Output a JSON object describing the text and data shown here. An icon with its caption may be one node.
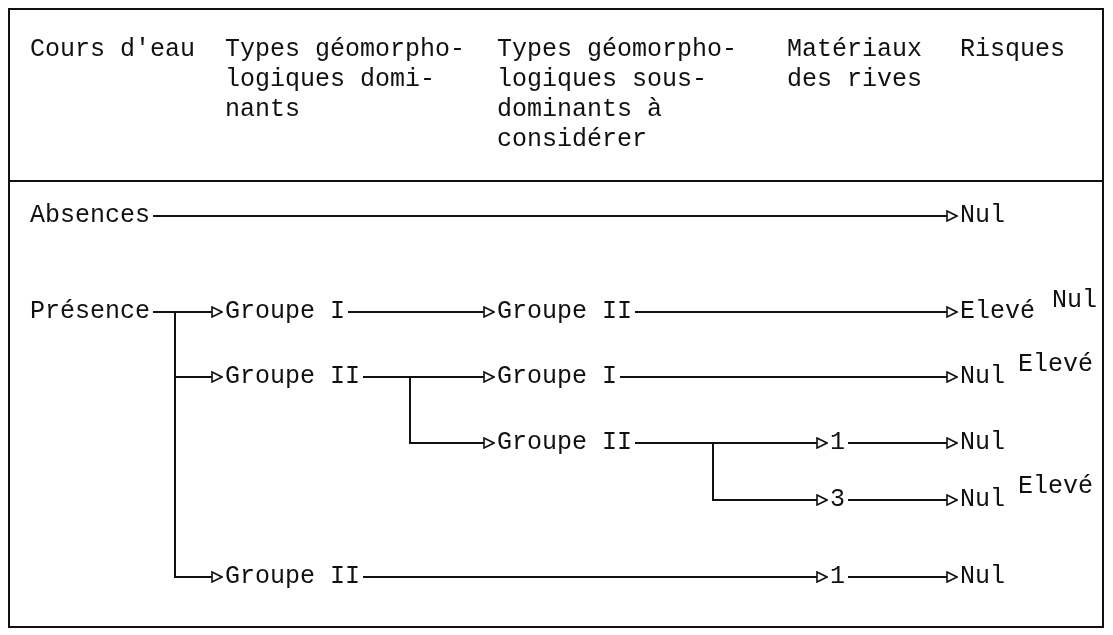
{
  "diagram": {
    "nodes": [
      {
        "text": [
          "Absences"
        ]
      },
      {
        "text": [
          "Nul"
        ]
      },
      {
        "text": [
          "Présence"
        ]
      },
      {
        "text": [
          "Groupe I"
        ]
      },
      {
        "text": [
          "Groupe II"
        ]
      },
      {
        "text": [
          "Elevé"
        ]
      },
      {
        "text": [
          "Groupe II"
        ]
      },
      {
        "text": [
          "Groupe I"
        ]
      },
      {
        "text": [
          "Nul"
        ]
      },
      {
        "text": [
          "Groupe II"
        ]
      },
      {
        "text": [
          "1"
        ]
      },
      {
        "text": [
          "Nul"
        ]
      },
      {
        "text": [
          "3"
        ]
      },
      {
        "text": [
          "Nul"
        ]
      },
      {
        "text": [
          "Groupe II"
        ]
      },
      {
        "text": [
          "1"
        ]
      },
      {
        "text": [
          "Nul"
        ]
      }
    ],
    "edges": [
      {
        "from": 0,
        "to": 1,
        "arrow": "to"
      },
      {
        "from": 2,
        "to": 3,
        "arrow": "to"
      },
      {
        "from": 2,
        "to": 6,
        "arrow": "to"
      },
      {
        "from": 2,
        "to": 14,
        "arrow": "to"
      },
      {
        "from": 3,
        "to": 4,
        "arrow": "to"
      },
      {
        "from": 4,
        "to": 5,
        "arrow": "to"
      },
      {
        "from": 6,
        "to": 7,
        "arrow": "to"
      },
      {
        "from": 6,
        "to": 9,
        "arrow": "to"
      },
      {
        "from": 7,
        "to": 8,
        "arrow": "to"
      },
      {
        "from": 9,
        "to": 10,
        "arrow": "to"
      },
      {
        "from": 9,
        "to": 12,
        "arrow": "to"
      },
      {
        "from": 10,
        "to": 11,
        "arrow": "to"
      },
      {
        "from": 12,
        "to": 13,
        "arrow": "to"
      },
      {
        "from": 14,
        "to": 15,
        "arrow": "to"
      },
      {
        "from": 15,
        "to": 16,
        "arrow": "to"
      }
    ],
    "labels": [
      "Cours d'eau",
      "Types géomorpho- logiques domi- nants",
      "Types géomorpho- logiques sous- dominants à considérer",
      "Matériaux des rives",
      "Risques",
      "Nul",
      "Elevé",
      "Elevé"
    ]
  }
}
